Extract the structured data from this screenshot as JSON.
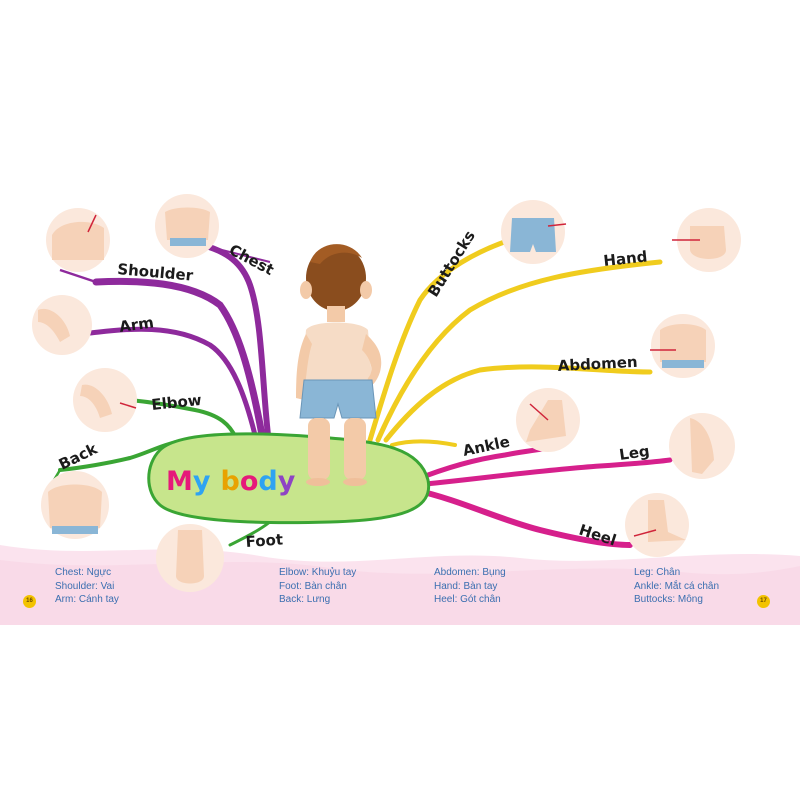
{
  "title": {
    "letters": [
      {
        "ch": "M",
        "color": "#e6197a"
      },
      {
        "ch": "y",
        "color": "#2ea3f2"
      },
      {
        "ch": "b",
        "color": "#e8a200"
      },
      {
        "ch": "o",
        "color": "#e6197a"
      },
      {
        "ch": "d",
        "color": "#2ea3f2"
      },
      {
        "ch": "y",
        "color": "#8e44c4"
      }
    ]
  },
  "branches": {
    "chest": "Chest",
    "shoulder": "Shoulder",
    "arm": "Arm",
    "elbow": "Elbow",
    "back": "Back",
    "foot": "Foot",
    "buttocks": "Buttocks",
    "hand": "Hand",
    "abdomen": "Abdomen",
    "ankle": "Ankle",
    "leg": "Leg",
    "heel": "Heel"
  },
  "glossary": {
    "col1": [
      "Chest: Ngực",
      "Shoulder: Vai",
      "Arm: Cánh tay"
    ],
    "col2": [
      "Elbow: Khuỷu tay",
      "Foot: Bàn chân",
      "Back: Lưng"
    ],
    "col3": [
      "Abdomen: Bụng",
      "Hand: Bàn tay",
      "Heel: Gót chân"
    ],
    "col4": [
      "Leg: Chân",
      "Ankle: Mắt cá chân",
      "Buttocks: Mông"
    ]
  },
  "page_numbers": {
    "left": "16",
    "right": "17"
  },
  "colors": {
    "purple": "#8e2a9c",
    "green": "#3aa534",
    "yellow": "#f0cc1e",
    "magenta": "#d6208c",
    "blob": "#c7e58c",
    "skin": "#f6dcc6",
    "shorts": "#8ab6d6"
  }
}
